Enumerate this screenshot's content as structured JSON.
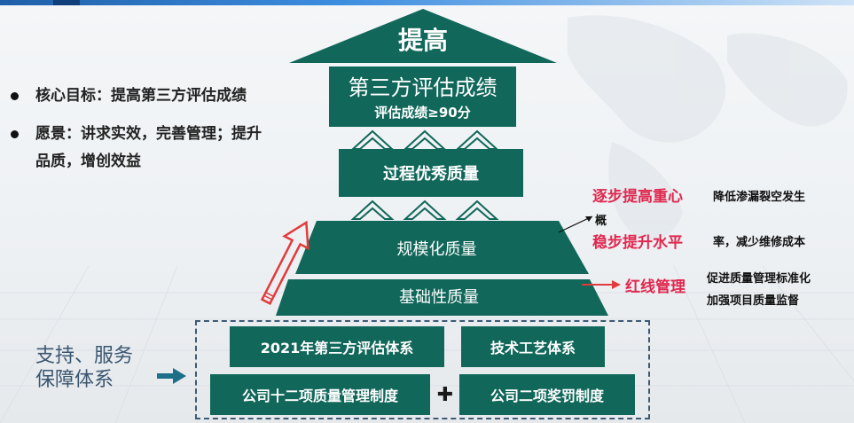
{
  "goal": {
    "label": "核心目标：",
    "text": "提高第三方评估成绩"
  },
  "vision": {
    "label": "愿景：",
    "line1": "讲求实效，完善管理；提升",
    "line2": "品质，增创效益"
  },
  "pyramid": {
    "roof_label": "提高",
    "top_title": "第三方评估成绩",
    "top_subtitle": "评估成绩≥90分",
    "level3": "过程优秀质量",
    "level2": "规模化质量",
    "level1": "基础性质量"
  },
  "annotations": {
    "gradual_label": "逐步提高重心",
    "gradual_note_line1": "降低渗漏裂空发生",
    "gradual_note_line2": "概",
    "steady_label": "稳步提升水平",
    "steady_note": "率，减少维修成本",
    "redline_label": "红线管理",
    "redline_note_line1": "促进质量管理标准化",
    "redline_note_line2": "加强项目质量监督"
  },
  "support": {
    "line1": "支持、服务",
    "line2": "保障体系",
    "box1": "2021年第三方评估体系",
    "box2": "技术工艺体系",
    "box3": "公司十二项质量管理制度",
    "plus": "✚",
    "box4": "公司二项奖罚制度"
  },
  "colors": {
    "teal": "#11675a",
    "red": "#e0284f",
    "arrow_red": "#e23b3b"
  }
}
